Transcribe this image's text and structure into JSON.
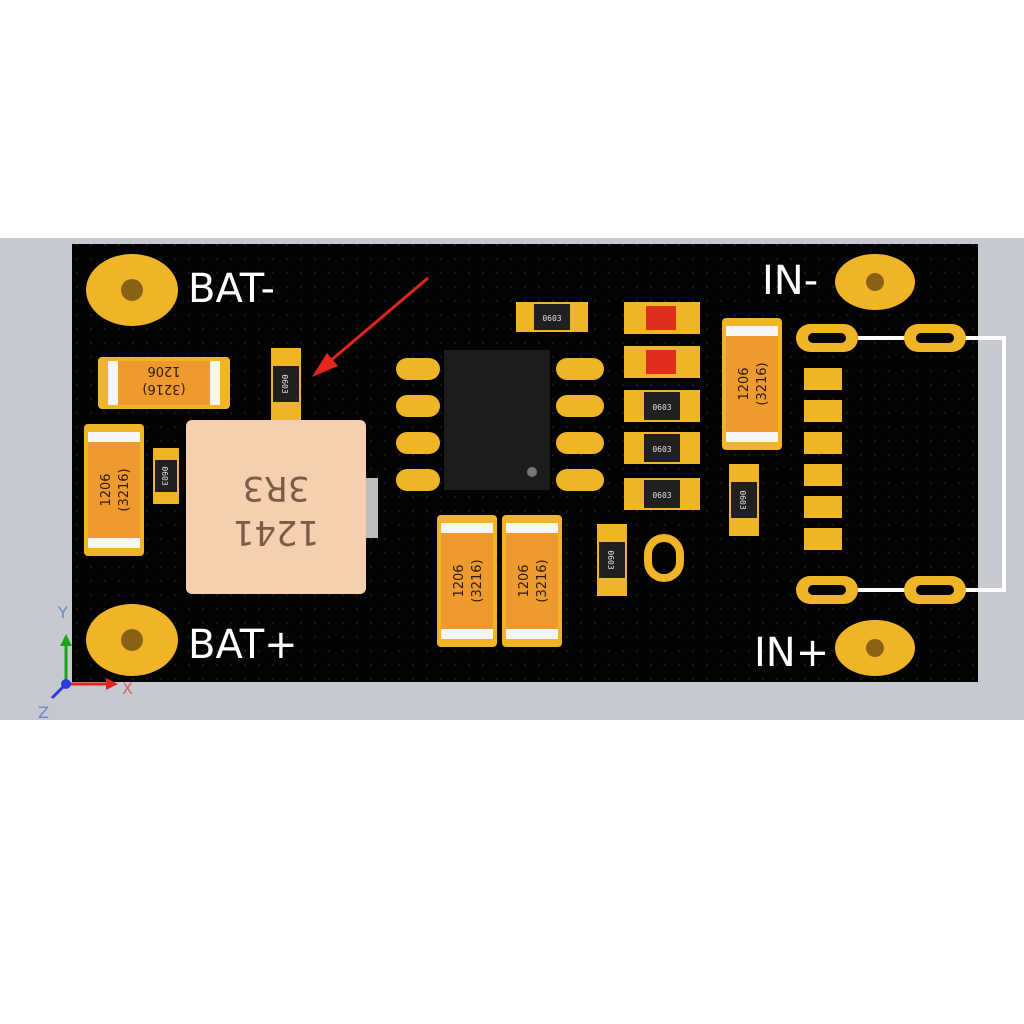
{
  "labels": {
    "bat_minus": "BAT-",
    "bat_plus": "BAT+",
    "in_minus": "IN-",
    "in_plus": "IN+"
  },
  "inductor": {
    "line1": "1241",
    "line2": "3R3"
  },
  "caps": {
    "package": "1206",
    "metric": "(3216)"
  },
  "small_parts": {
    "code": "0603"
  },
  "axes": {
    "x": "X",
    "y": "Y",
    "z": "Z"
  },
  "colors": {
    "board": "#000000",
    "pad": "#f0b429",
    "arrow": "#e0261e",
    "led": "#e02b1d",
    "inductor": "#f5cfae",
    "cap_body": "#ef9a2e",
    "viewport_bg": "#bfc4cb"
  }
}
